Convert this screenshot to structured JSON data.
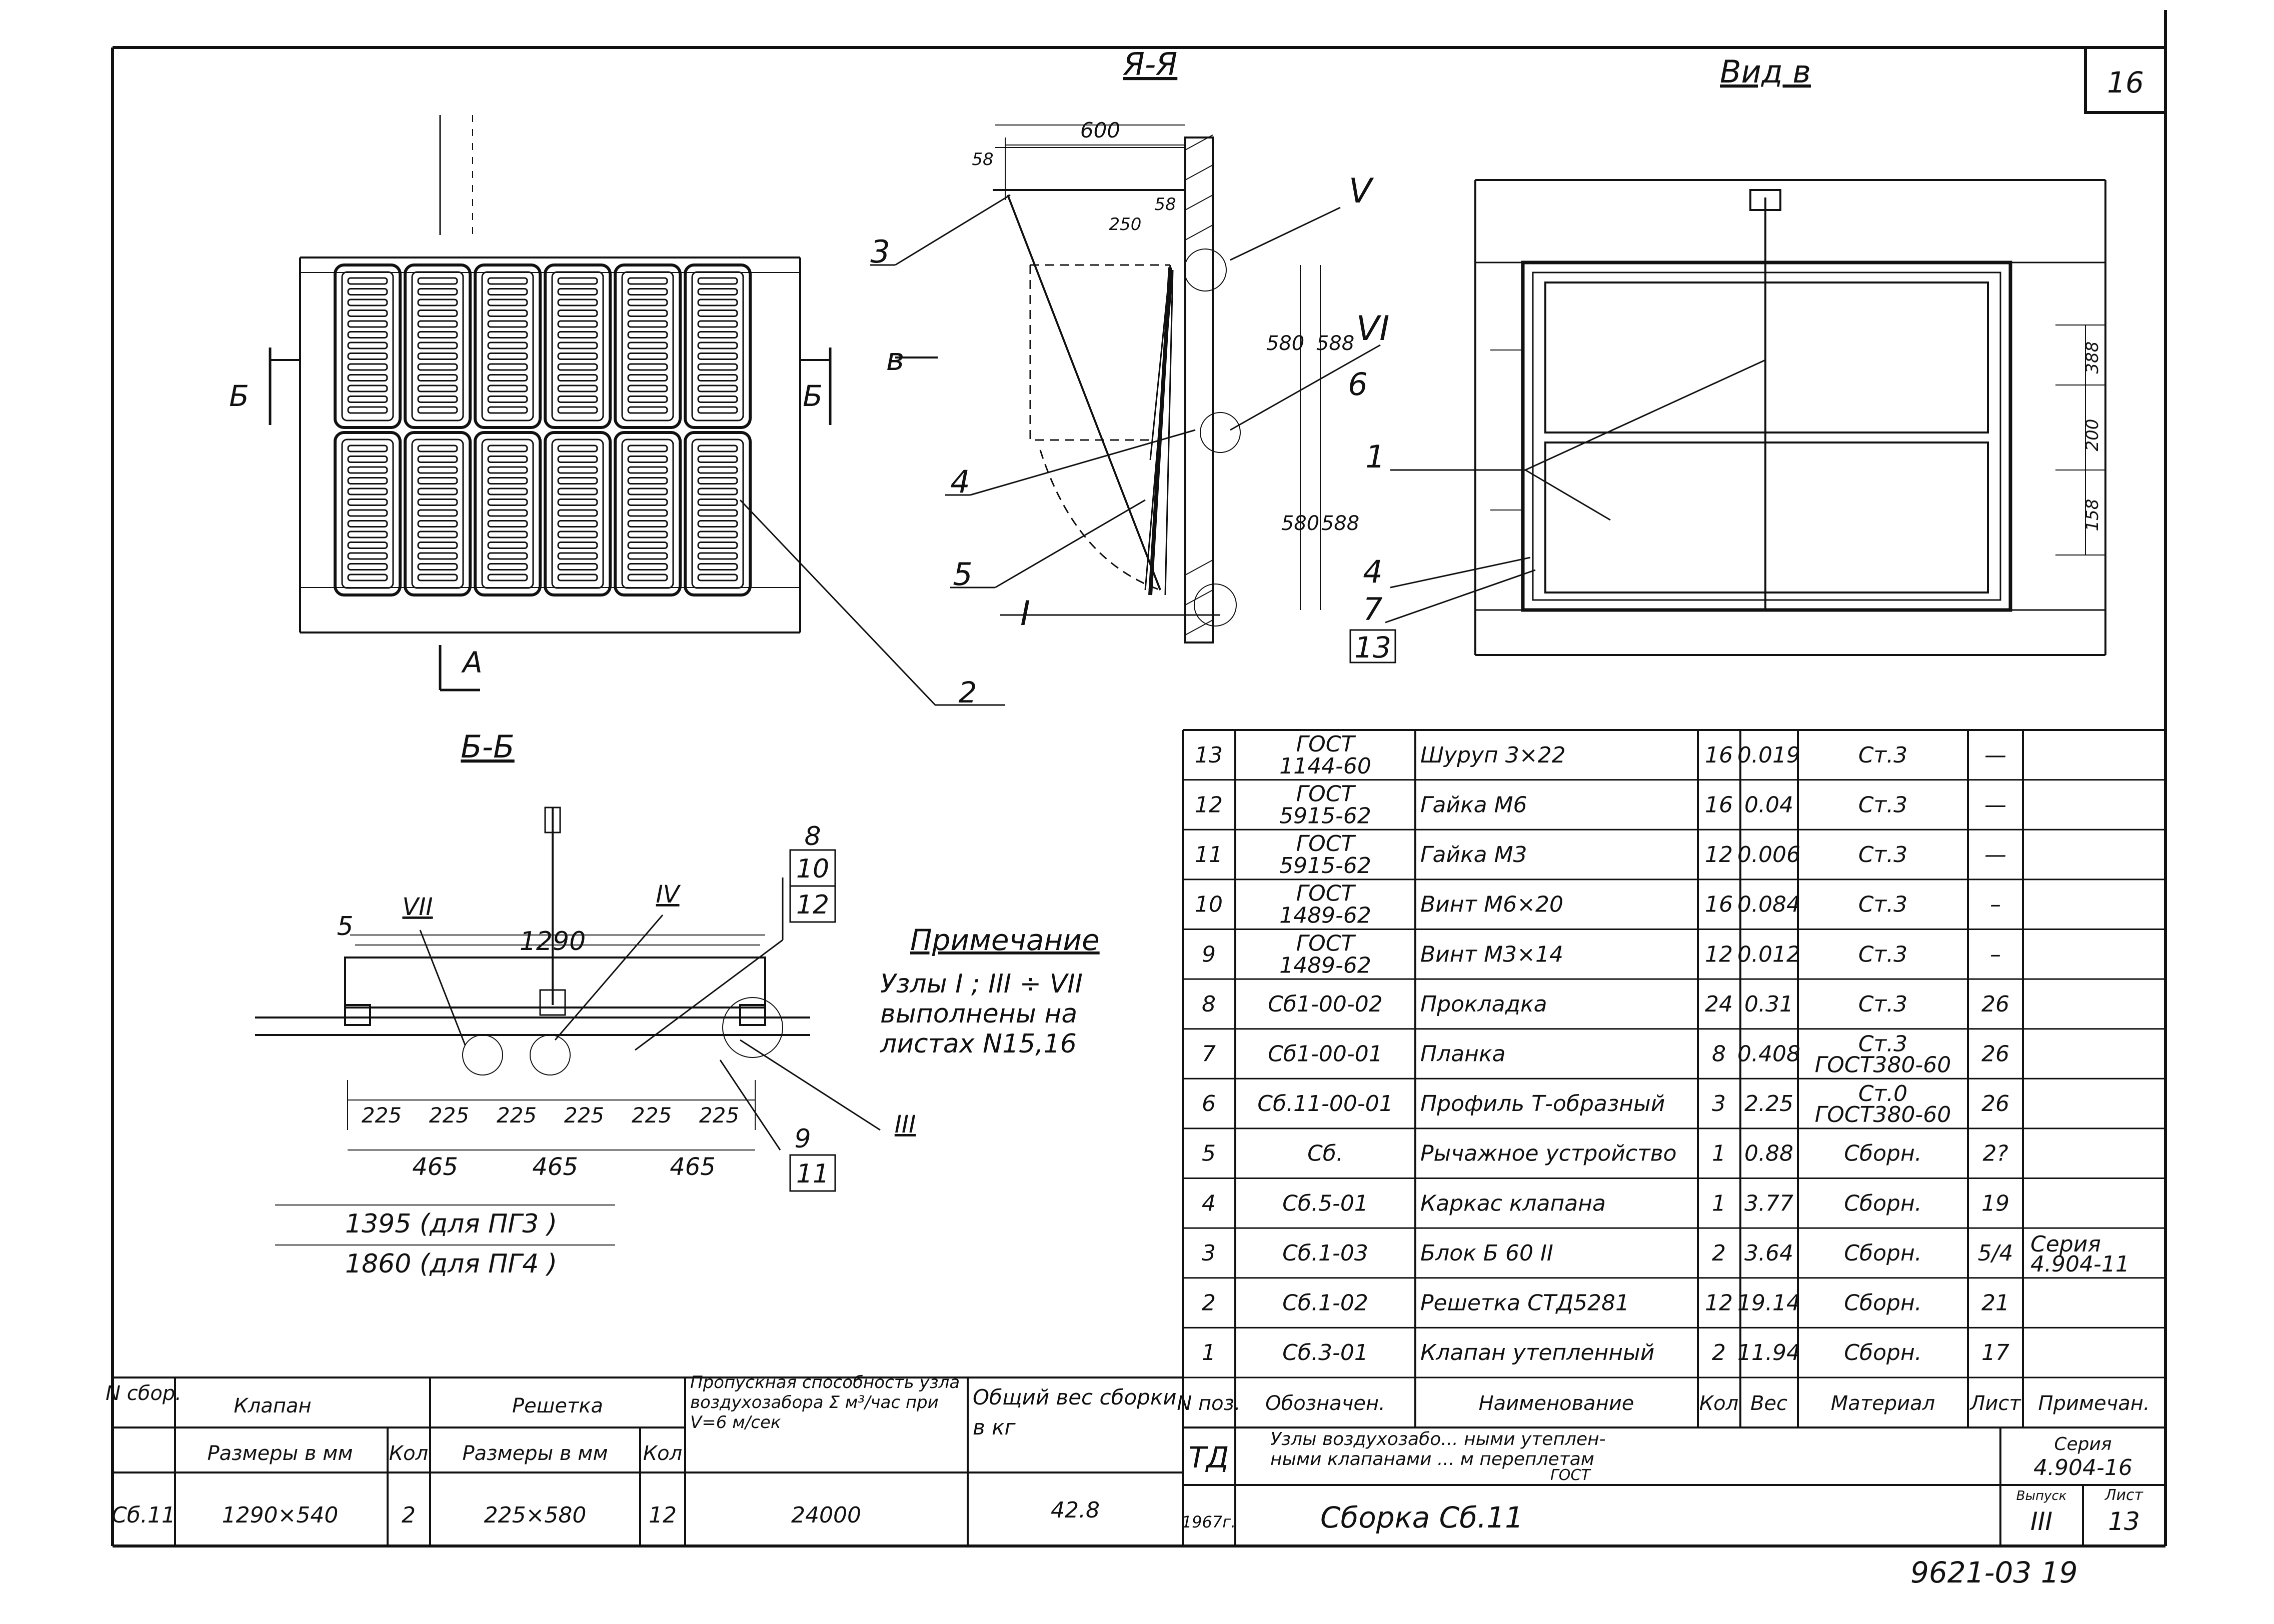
{
  "sheet_number": "16",
  "views": {
    "section_aa": "Я-Я",
    "view_v": "Вид в",
    "section_bb": "Б-Б"
  },
  "plan_labels": {
    "cut_left": "Б",
    "cut_right": "Б",
    "arrow_a": "А",
    "leader_2": "2"
  },
  "section_aa_labels": {
    "dim_600": "600",
    "dim_58a": "58",
    "dim_58b": "58",
    "dim_250": "250",
    "dim_580a": "580",
    "dim_580b": "580",
    "dim_588a": "588",
    "dim_588b": "588",
    "arrow_v": "в",
    "item_3": "3",
    "item_4": "4",
    "item_5": "5",
    "item_6": "6",
    "node_V": "V",
    "node_VI": "VI",
    "node_I": "I"
  },
  "view_v_labels": {
    "item_1": "1",
    "item_4": "4",
    "item_7": "7",
    "item_13": "13",
    "dim_388": "388",
    "dim_200": "200",
    "dim_158": "158"
  },
  "section_bb_labels": {
    "dim_1290": "1290",
    "item_5": "5",
    "node_VII": "VII",
    "node_IV": "IV",
    "node_III": "III",
    "item_8": "8",
    "item_10": "10",
    "item_12": "12",
    "item_9": "9",
    "item_11": "11",
    "dims_225": [
      "225",
      "225",
      "225",
      "225",
      "225",
      "225"
    ],
    "dims_465": [
      "465",
      "465",
      "465"
    ],
    "dim_pg3": "1395 (для ПГ3 )",
    "dim_pg4": "1860 (для ПГ4 )"
  },
  "note": {
    "title": "Примечание",
    "line1": "Узлы I ; III ÷ VII",
    "line2": "выполнены на",
    "line3": "листах N15,16"
  },
  "spec_table": {
    "rows": [
      {
        "pos": "13",
        "designation": [
          "ГОСТ",
          "1144-60"
        ],
        "name": "Шуруп 3×22",
        "qty": "16",
        "mass": "0.019",
        "material": "Ст.3",
        "sheet": "—",
        "note": ""
      },
      {
        "pos": "12",
        "designation": [
          "ГОСТ",
          "5915-62"
        ],
        "name": "Гайка М6",
        "qty": "16",
        "mass": "0.04",
        "material": "Ст.3",
        "sheet": "—",
        "note": ""
      },
      {
        "pos": "11",
        "designation": [
          "ГОСТ",
          "5915-62"
        ],
        "name": "Гайка М3",
        "qty": "12",
        "mass": "0.006",
        "material": "Ст.3",
        "sheet": "—",
        "note": ""
      },
      {
        "pos": "10",
        "designation": [
          "ГОСТ",
          "1489-62"
        ],
        "name": "Винт М6×20",
        "qty": "16",
        "mass": "0.084",
        "material": "Ст.3",
        "sheet": "–",
        "note": ""
      },
      {
        "pos": "9",
        "designation": [
          "ГОСТ",
          "1489-62"
        ],
        "name": "Винт М3×14",
        "qty": "12",
        "mass": "0.012",
        "material": "Ст.3",
        "sheet": "–",
        "note": ""
      },
      {
        "pos": "8",
        "designation": [
          "Сб1-00-02"
        ],
        "name": "Прокладка",
        "qty": "24",
        "mass": "0.31",
        "material": "Ст.3",
        "sheet": "26",
        "note": ""
      },
      {
        "pos": "7",
        "designation": [
          "Сб1-00-01"
        ],
        "name": "Планка",
        "qty": "8",
        "mass": "0.408",
        "material": "Ст.3 ГОСТ380-60",
        "sheet": "26",
        "note": ""
      },
      {
        "pos": "6",
        "designation": [
          "Сб.11-00-01"
        ],
        "name": "Профиль Т-образный",
        "qty": "3",
        "mass": "2.25",
        "material": "Ст.0 ГОСТ380-60",
        "sheet": "26",
        "note": ""
      },
      {
        "pos": "5",
        "designation": [
          "Сб."
        ],
        "name": "Рычажное устройство",
        "qty": "1",
        "mass": "0.88",
        "material": "Сборн.",
        "sheet": "2?",
        "note": ""
      },
      {
        "pos": "4",
        "designation": [
          "Сб.5-01"
        ],
        "name": "Каркас клапана",
        "qty": "1",
        "mass": "3.77",
        "material": "Сборн.",
        "sheet": "19",
        "note": ""
      },
      {
        "pos": "3",
        "designation": [
          "Сб.1-03"
        ],
        "name": "Блок Б 60 II",
        "qty": "2",
        "mass": "3.64",
        "material": "Сборн.",
        "sheet": "5/4",
        "note": "Серия 4.904-11"
      },
      {
        "pos": "2",
        "designation": [
          "Сб.1-02"
        ],
        "name": "Решетка СТД5281",
        "qty": "12",
        "mass": "19.14",
        "material": "Сборн.",
        "sheet": "21",
        "note": ""
      },
      {
        "pos": "1",
        "designation": [
          "Сб.3-01"
        ],
        "name": "Клапан утепленный",
        "qty": "2",
        "mass": "11.94",
        "material": "Сборн.",
        "sheet": "17",
        "note": ""
      }
    ],
    "headers": {
      "pos": "N поз.",
      "designation": "Обозначен.",
      "name": "Наименование",
      "qty": "Кол",
      "mass": "Вес",
      "material": "Материал",
      "sheet": "Лист",
      "note": "Примечан."
    }
  },
  "assembly_table": {
    "headers": {
      "num": "N сбор.",
      "valve": "Клапан",
      "grid": "Решетка",
      "capacity": "Пропускная способность узла воздухозабора Σ м³/час при V=6 м/сек",
      "weight": "Общий вес сборки в кг",
      "valve_size": "Размеры в мм",
      "valve_qty": "Кол",
      "grid_size": "Размеры в мм",
      "grid_qty": "Кол"
    },
    "row": {
      "num": "Сб.11",
      "valve_size": "1290×540",
      "valve_qty": "2",
      "grid_size": "225×580",
      "grid_qty": "12",
      "capacity": "24000",
      "weight": "42.8"
    }
  },
  "title_block": {
    "code": "ТД",
    "title_line1": "Узлы воздухозабо... ными утеплен-",
    "title_line2": "ными клапанами ... м переплетам",
    "title_line3": "ГОСТ",
    "year": "1967г.",
    "drawing_name": "Сборка Сб.11",
    "series_label": "Серия",
    "series": "4.904-16",
    "issue_label": "Выпуск",
    "issue": "III",
    "sheet_label": "Лист",
    "sheet": "13"
  },
  "archive_number": "9621-03 19"
}
